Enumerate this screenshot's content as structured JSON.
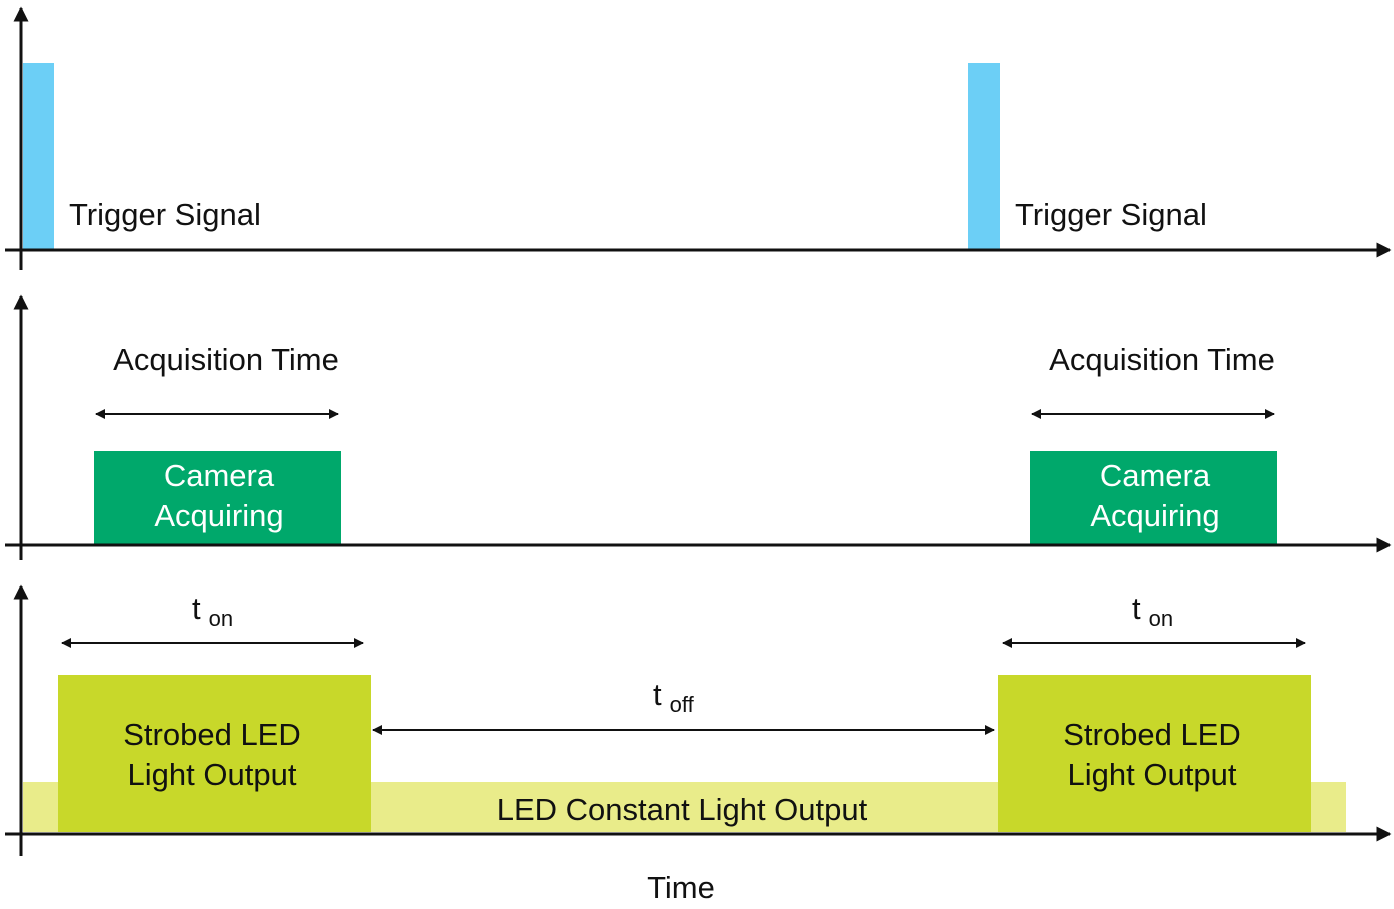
{
  "colors": {
    "trigger": "#6ccff6",
    "camera": "#00a86b",
    "strobe": "#c8d82a",
    "constant": "#e9ec8a",
    "axis": "#111111"
  },
  "trigger": {
    "label_left": "Trigger Signal",
    "label_right": "Trigger Signal"
  },
  "acquisition": {
    "label_left": "Acquisition Time",
    "label_right": "Acquisition Time",
    "camera_left": {
      "line1": "Camera",
      "line2": "Acquiring"
    },
    "camera_right": {
      "line1": "Camera",
      "line2": "Acquiring"
    }
  },
  "led": {
    "t_on_left": {
      "main": "t",
      "sub": "on"
    },
    "t_on_right": {
      "main": "t",
      "sub": "on"
    },
    "t_off": {
      "main": "t",
      "sub": "off"
    },
    "strobe_left": {
      "line1": "Strobed LED",
      "line2": "Light Output"
    },
    "strobe_right": {
      "line1": "Strobed LED",
      "line2": "Light Output"
    },
    "constant_label": "LED Constant Light Output"
  },
  "x_axis_label": "Time"
}
